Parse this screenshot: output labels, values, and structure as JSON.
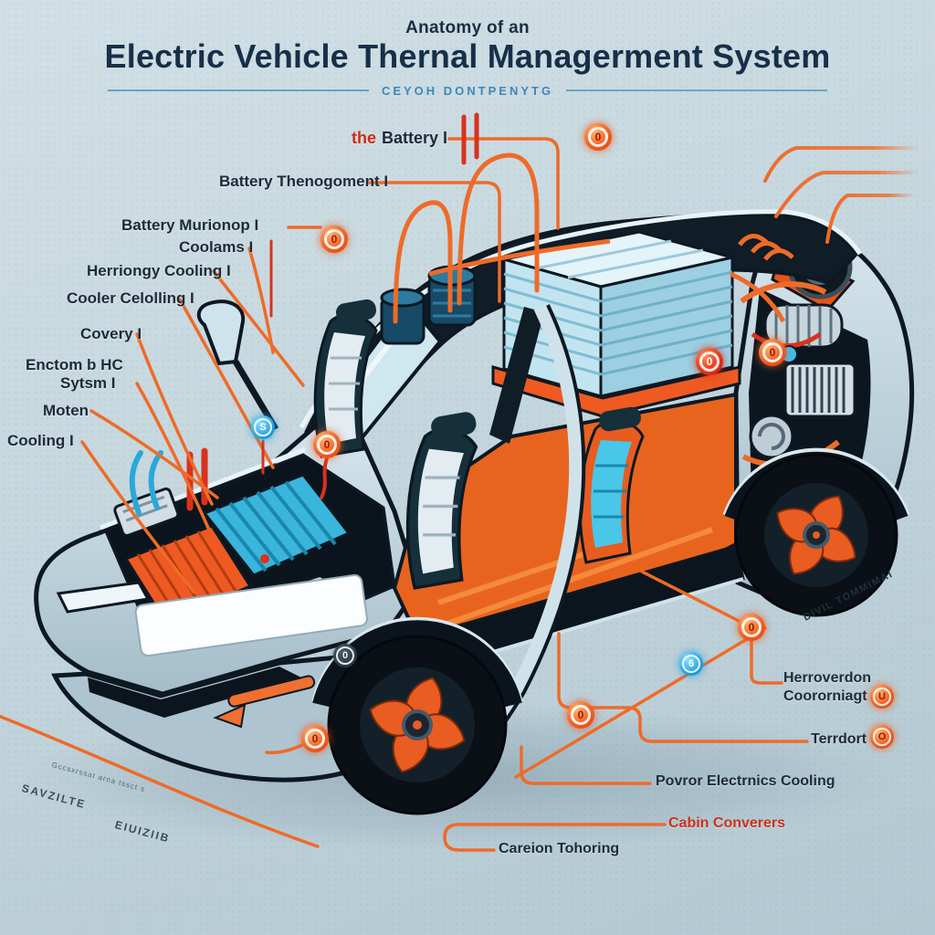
{
  "title": {
    "kicker": "Anatomy of an",
    "main": "Electric Vehicle Thernal Managerment System",
    "subtitle": "CEYOH DONTPENYTG"
  },
  "labels": {
    "the_battery_prefix": "the",
    "the_battery": "Battery I",
    "battery_thenogoment": "Battery Thenogoment I",
    "battery_murionop": "Battery Murionop I",
    "coolams": "Coolams I",
    "herriongy": "Herriongy Cooling I",
    "cooler": "Cooler Celolling I",
    "covery": "Covery I",
    "enctom_line1": "Enctom b HC",
    "enctom_line2": "Sytsm I",
    "moten": "Moten",
    "cooling": "Cooling I",
    "divil_terminal": "DIVIL TOMMIMAI",
    "herroverdon_line1": "Herroverdon",
    "herroverdon_line2": "Coororniagt",
    "terrdort": "Terrdort",
    "povror": "Povror Electrnics Cooling",
    "cabin_converers": "Cabin Converers",
    "careion": "Careion Tohoring",
    "scribble_small": "Gccsxrssat arna tssct s",
    "scribble_left": "SAVZILTE",
    "scribble_right": "EIUIZIIB"
  },
  "badges": [
    {
      "glyph": "0",
      "color": "orange"
    },
    {
      "glyph": "0",
      "color": "orange"
    },
    {
      "glyph": "S",
      "color": "blue"
    },
    {
      "glyph": "0",
      "color": "orange"
    },
    {
      "glyph": "0",
      "color": "orange"
    },
    {
      "glyph": "0",
      "color": "red"
    },
    {
      "glyph": "0",
      "color": "orange"
    },
    {
      "glyph": "0",
      "color": "orange"
    },
    {
      "glyph": "6",
      "color": "blue"
    },
    {
      "glyph": "0",
      "color": "orange"
    },
    {
      "glyph": "U",
      "color": "orange"
    },
    {
      "glyph": "O",
      "color": "orange"
    },
    {
      "glyph": "0",
      "color": "dark"
    }
  ],
  "colors": {
    "accent_orange": "#ee6b28",
    "label_dark": "#1d2a38",
    "label_red": "#cf3018",
    "title_blue": "#173049",
    "subtitle_blue": "#3f86b8",
    "body_blue": "#bfd3dc",
    "battery_blue": "#c2e4f0",
    "interior_orange": "#e8641e"
  }
}
